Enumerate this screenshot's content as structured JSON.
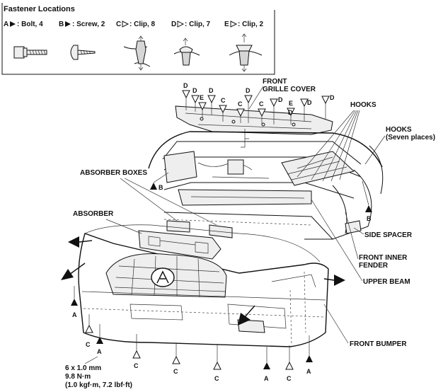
{
  "legend": {
    "title": "Fastener Locations",
    "items": [
      {
        "letter": "A",
        "kind": "filled",
        "text": ": Bolt, 4"
      },
      {
        "letter": "B",
        "kind": "filled",
        "text": ": Screw, 2"
      },
      {
        "letter": "C",
        "kind": "open",
        "text": ": Clip, 8"
      },
      {
        "letter": "D",
        "kind": "open",
        "text": ": Clip, 7"
      },
      {
        "letter": "E",
        "kind": "open",
        "text": ": Clip, 2"
      }
    ]
  },
  "labels": {
    "front_grille_cover_1": "FRONT",
    "front_grille_cover_2": "GRILLE COVER",
    "hooks": "HOOKS",
    "hooks_seven_1": "HOOKS",
    "hooks_seven_2": "(Seven places)",
    "absorber_boxes": "ABSORBER BOXES",
    "absorber": "ABSORBER",
    "side_spacer": "SIDE SPACER",
    "front_inner_fender_1": "FRONT INNER",
    "front_inner_fender_2": "FENDER",
    "upper_beam": "UPPER BEAM",
    "front_bumper": "FRONT BUMPER"
  },
  "torque": {
    "line1": "6 x 1.0 mm",
    "line2": "9.8 N·m",
    "line3": "(1.0 kgf·m, 7.2 lbf·ft)"
  },
  "callouts": {
    "letters": [
      "D",
      "D",
      "E",
      "D",
      "C",
      "C",
      "D",
      "C",
      "D",
      "E",
      "D",
      "D",
      "D",
      "B",
      "B",
      "A",
      "C",
      "A",
      "C",
      "C",
      "C",
      "A",
      "C",
      "A"
    ]
  }
}
